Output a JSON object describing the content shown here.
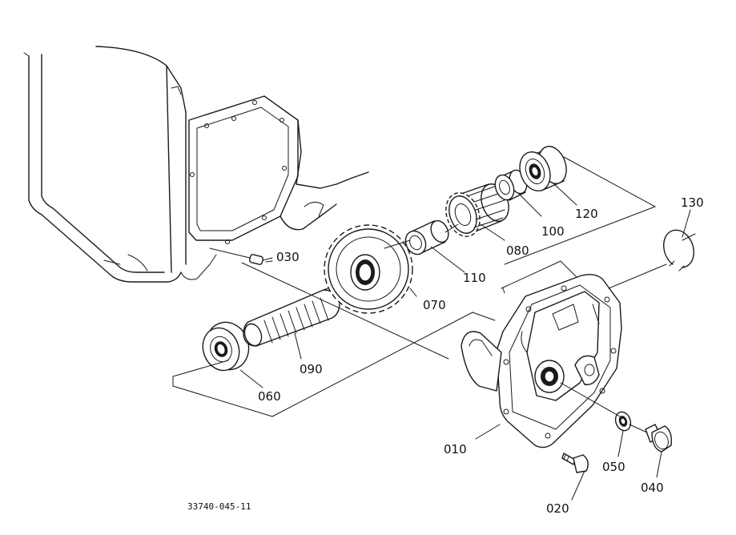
{
  "callouts": {
    "p010": "010",
    "p020": "020",
    "p030": "030",
    "p040": "040",
    "p050": "050",
    "p060": "060",
    "p070": "070",
    "p080": "080",
    "p090": "090",
    "p100": "100",
    "p110": "110",
    "p120": "120",
    "p130": "130"
  },
  "drawing_number": "33740-045-11"
}
